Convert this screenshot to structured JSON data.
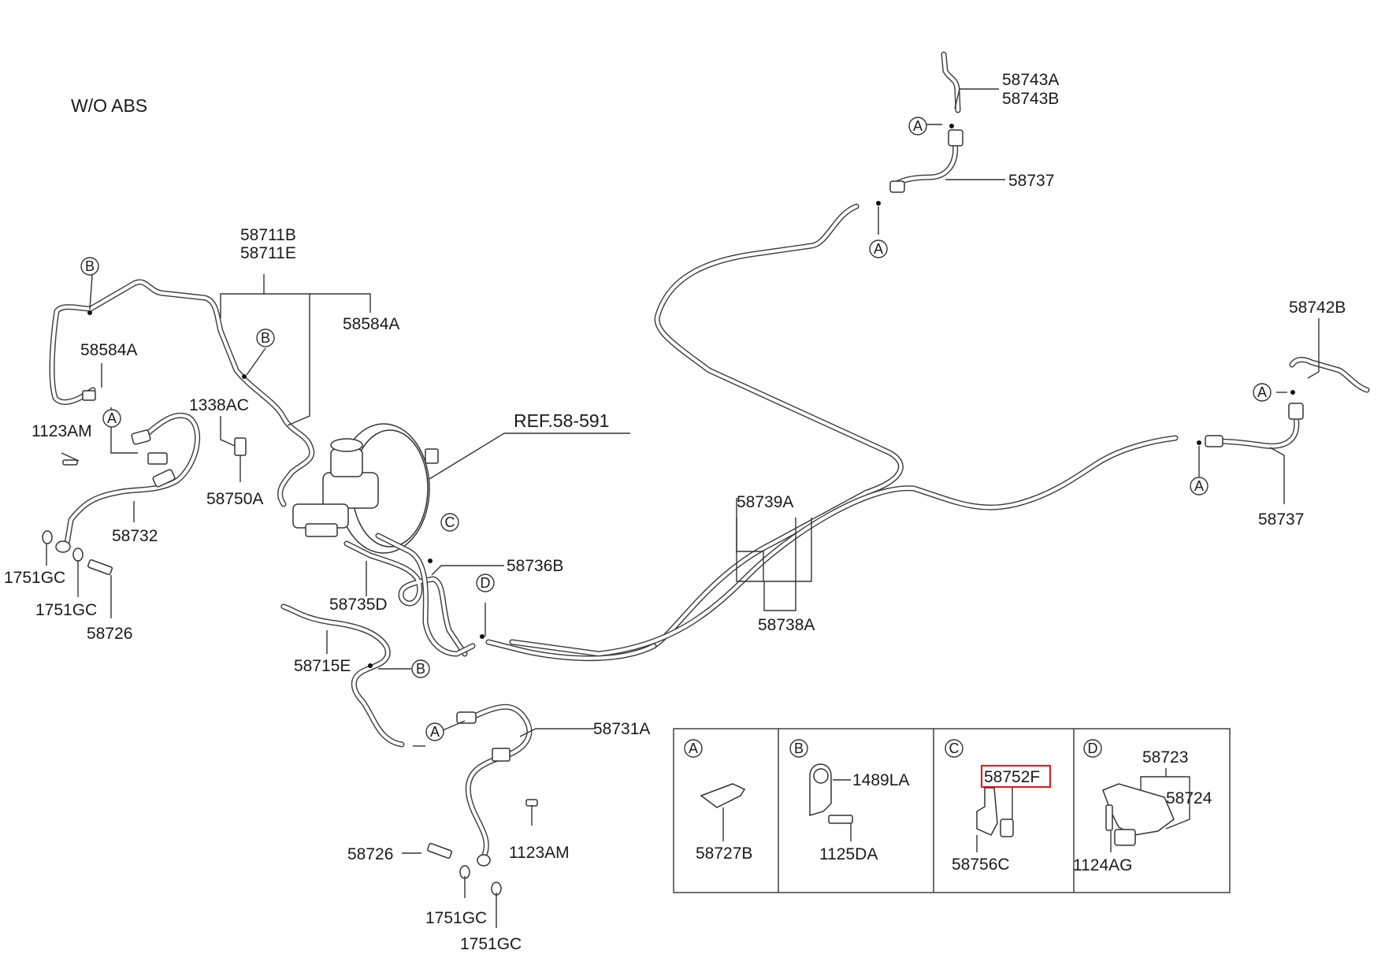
{
  "title": "W/O ABS",
  "reference": "REF.58-591",
  "circle_letters": {
    "a": "A",
    "b": "B",
    "c": "C",
    "d": "D"
  },
  "labels": {
    "p58743a": "58743A",
    "p58743b": "58743B",
    "p58737_top": "58737",
    "p58742b": "58742B",
    "p58737_right": "58737",
    "p58711b": "58711B",
    "p58711e": "58711E",
    "p58584a_top": "58584A",
    "p58584a_left": "58584A",
    "p1123am_left": "1123AM",
    "p1338ac": "1338AC",
    "p58750a": "58750A",
    "p58732": "58732",
    "p1751gc_a": "1751GC",
    "p1751gc_b": "1751GC",
    "p58726_left": "58726",
    "p58739a": "58739A",
    "p58738a": "58738A",
    "p58736b": "58736B",
    "p58735d": "58735D",
    "p58715e": "58715E",
    "p58731a": "58731A",
    "p58726_bottom": "58726",
    "p1123am_bottom": "1123AM",
    "p1751gc_c": "1751GC",
    "p1751gc_d": "1751GC"
  },
  "detail_boxes": [
    {
      "letter": "A",
      "parts": [
        "58727B"
      ]
    },
    {
      "letter": "B",
      "parts": [
        "1489LA",
        "1125DA"
      ]
    },
    {
      "letter": "C",
      "parts": [
        "58752F",
        "58756C"
      ],
      "highlighted": "58752F"
    },
    {
      "letter": "D",
      "parts": [
        "58723",
        "58724",
        "1124AG"
      ]
    }
  ],
  "colors": {
    "highlight": "#e02020",
    "line": "#333333"
  }
}
